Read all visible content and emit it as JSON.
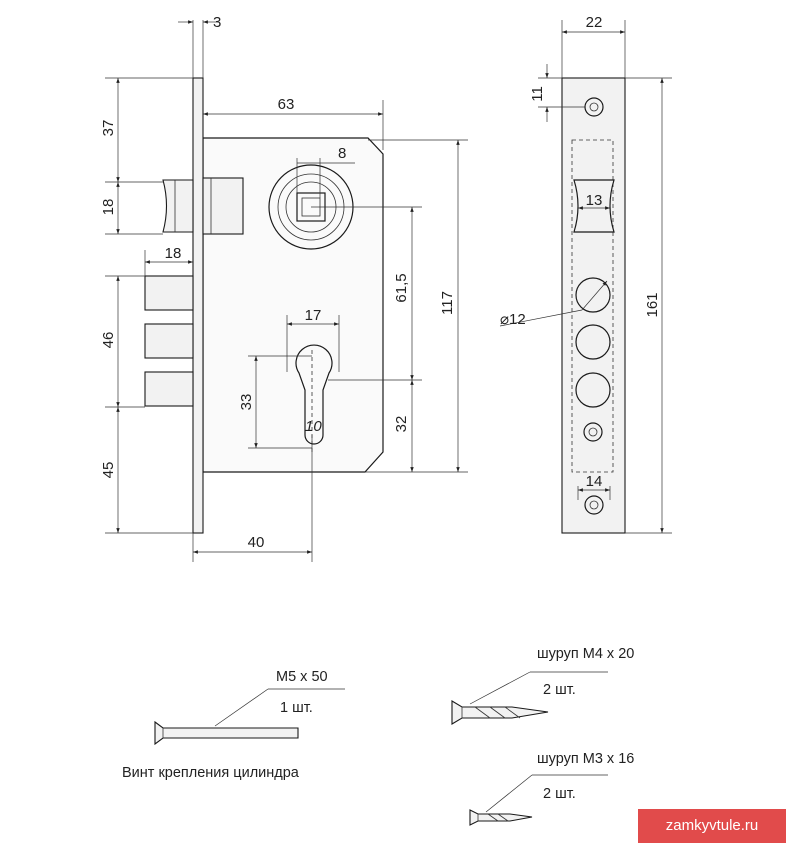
{
  "dimensions": {
    "faceplate_thickness": "3",
    "body_depth": "63",
    "top_offset": "37",
    "latch_height": "18",
    "bolt_projection": "18",
    "bolt_span": "46",
    "bottom_offset": "45",
    "backset": "40",
    "spindle_square": "8",
    "spindle_to_cylinder": "61,5",
    "body_height": "117",
    "cylinder_width": "17",
    "cylinder_height": "33",
    "cam_width": "10",
    "cylinder_to_bottom": "32",
    "faceplate_width": "22",
    "screw_hole_offset": "11",
    "latch_window": "13",
    "bolt_hole_diameter": "⌀12",
    "bottom_hole_width": "14",
    "faceplate_length": "161"
  },
  "fasteners": {
    "cylinder_screw": {
      "spec": "M5 x 50",
      "qty": "1 шт.",
      "caption": "Винт крепления цилиндра"
    },
    "screw_m4": {
      "spec": "шуруп М4 x 20",
      "qty": "2 шт."
    },
    "screw_m3": {
      "spec": "шуруп М3 x 16",
      "qty": "2 шт."
    }
  },
  "watermark": "zamkyvtule.ru"
}
